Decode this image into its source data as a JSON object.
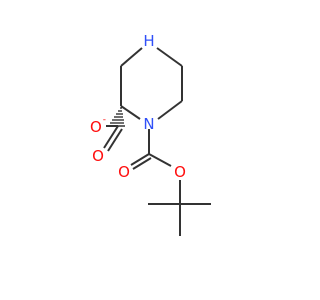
{
  "molecule": {
    "atoms": {
      "nh": {
        "text": "H",
        "element": "N",
        "color": "#3050F8"
      },
      "n_boc": {
        "text": "N",
        "element": "N",
        "color": "#3050F8"
      },
      "o_anion": {
        "text": "O",
        "charge": "-",
        "element": "O",
        "color": "#FF0D0D"
      },
      "o_carboxyl_double": {
        "text": "O",
        "element": "O",
        "color": "#FF0D0D"
      },
      "o_carbamate_double": {
        "text": "O",
        "element": "O",
        "color": "#FF0D0D"
      },
      "o_ester": {
        "text": "O",
        "element": "O",
        "color": "#FF0D0D"
      }
    },
    "bond_color": "#333333"
  }
}
